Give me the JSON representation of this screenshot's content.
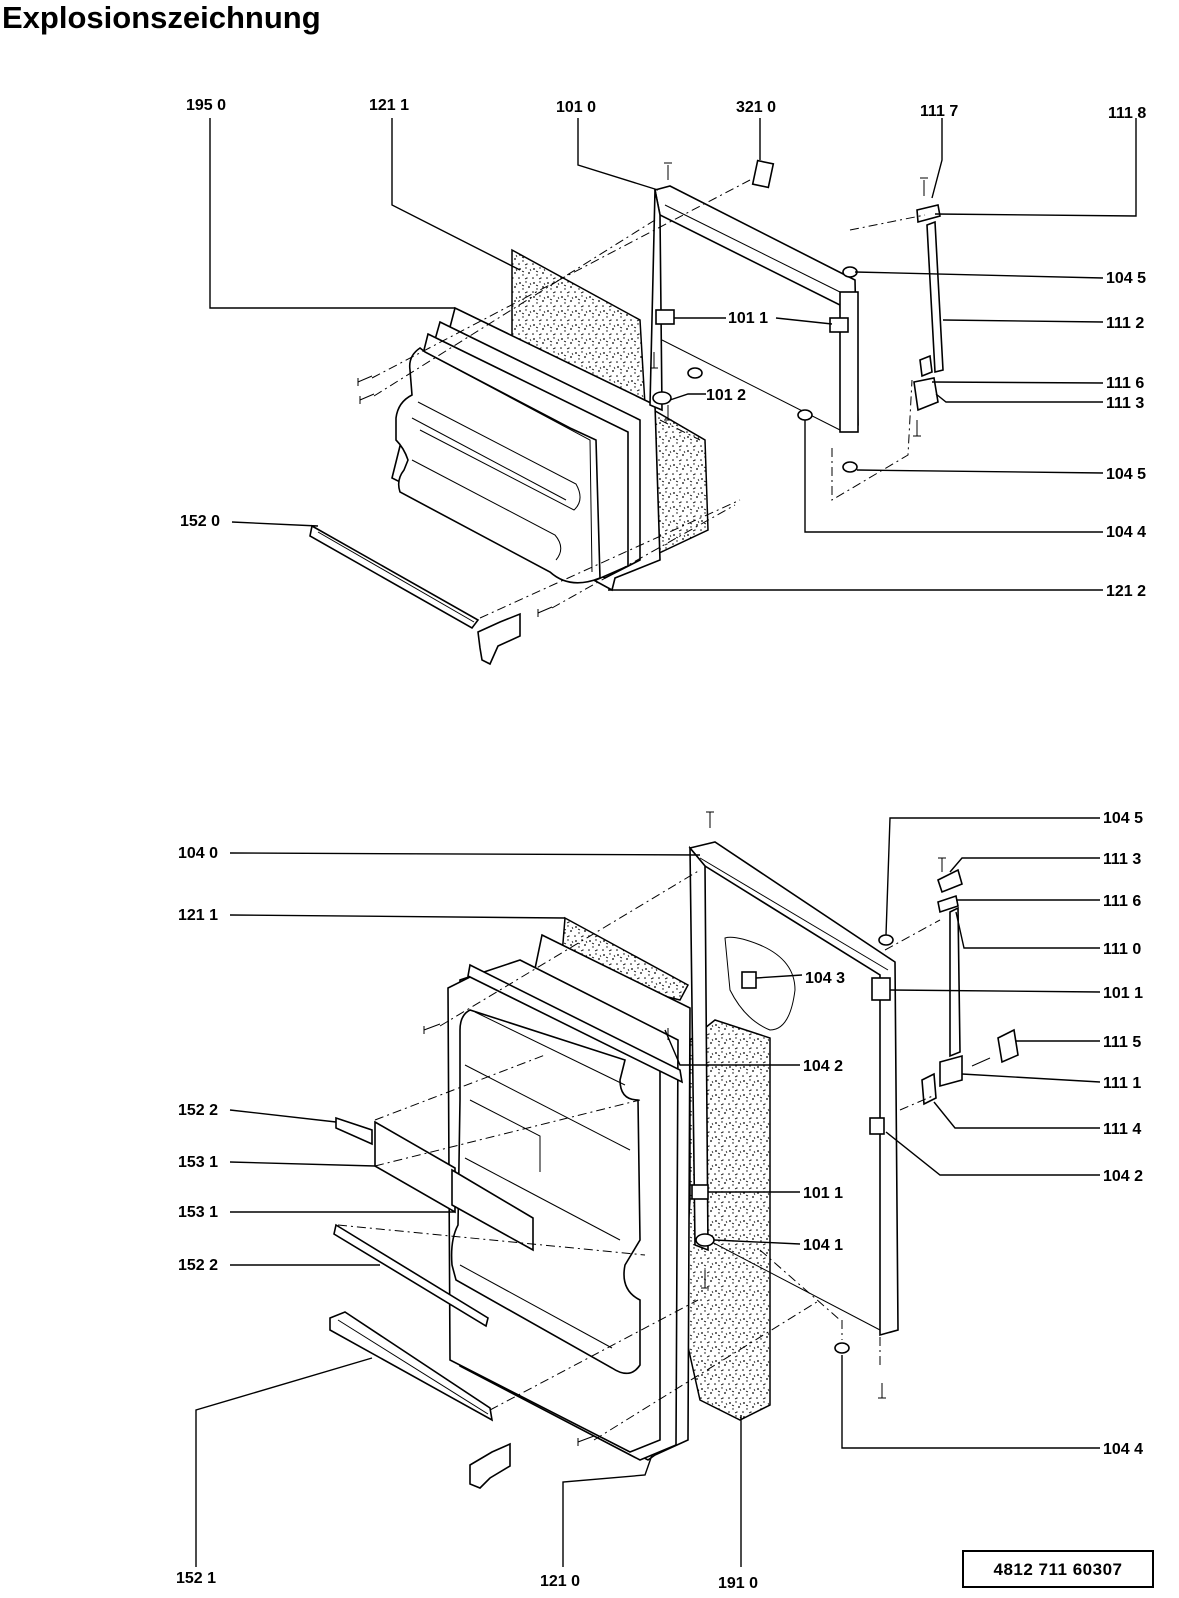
{
  "title": "Explosionszeichnung",
  "doc_number": "4812  711  60307",
  "upper_diagram": {
    "labels": [
      "195 0",
      "121 1",
      "101 0",
      "321 0",
      "111 7",
      "111 8",
      "104 5",
      "101 1",
      "111 2",
      "111 6",
      "101 2",
      "111 3",
      "104 5",
      "104 4",
      "152 0",
      "121 2"
    ]
  },
  "lower_diagram": {
    "labels": [
      "104 5",
      "104 0",
      "111 3",
      "121 1",
      "111 6",
      "111 0",
      "104 3",
      "101 1",
      "104 2",
      "111 5",
      "111 1",
      "152 2",
      "111 4",
      "153 1",
      "104 2",
      "153 1",
      "101 1",
      "104 1",
      "152 2",
      "104 4",
      "152 1",
      "121 0",
      "191 0"
    ]
  }
}
